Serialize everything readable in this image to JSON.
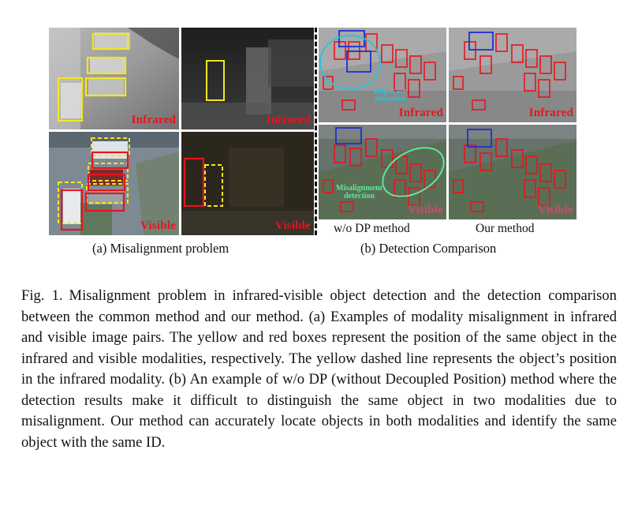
{
  "figure": {
    "panels": {
      "infrared_label": "Infrared",
      "visible_label": "Visible"
    },
    "callouts": {
      "duplicate": "Duplicate detection",
      "duplicate_line1": "Duplicate",
      "duplicate_line2": "detection",
      "misalignment_line1": "Misalignment",
      "misalignment_line2": "detection"
    },
    "method_labels": {
      "without_dp": "w/o DP method",
      "ours": "Our method"
    },
    "subcaptions": {
      "a": "(a) Misalignment problem",
      "b": "(b) Detection Comparison"
    },
    "caption": {
      "fig_number": "Fig. 1.",
      "text": "Misalignment problem in infrared-visible object detection and the detection comparison between the common method and our method. (a) Examples of modality misalignment in infrared and visible image pairs. The yellow and red boxes represent the position of the same object in the infrared and visible modalities, respectively. The yellow dashed line represents the object’s position in the infrared modality. (b) An example of w/o DP (without Decoupled Position) method where the detection results make it difficult to distinguish the same object in two modalities due to misalignment. Our method can accurately locate objects in both modalities and identify the same object with the same ID."
    },
    "colors": {
      "infrared_box": "#f5e61e",
      "visible_box": "#e8141c",
      "duplicate_circle": "#29c4d8",
      "misalignment_circle": "#5fe89a",
      "truck_box": "#1f2fd0"
    }
  }
}
